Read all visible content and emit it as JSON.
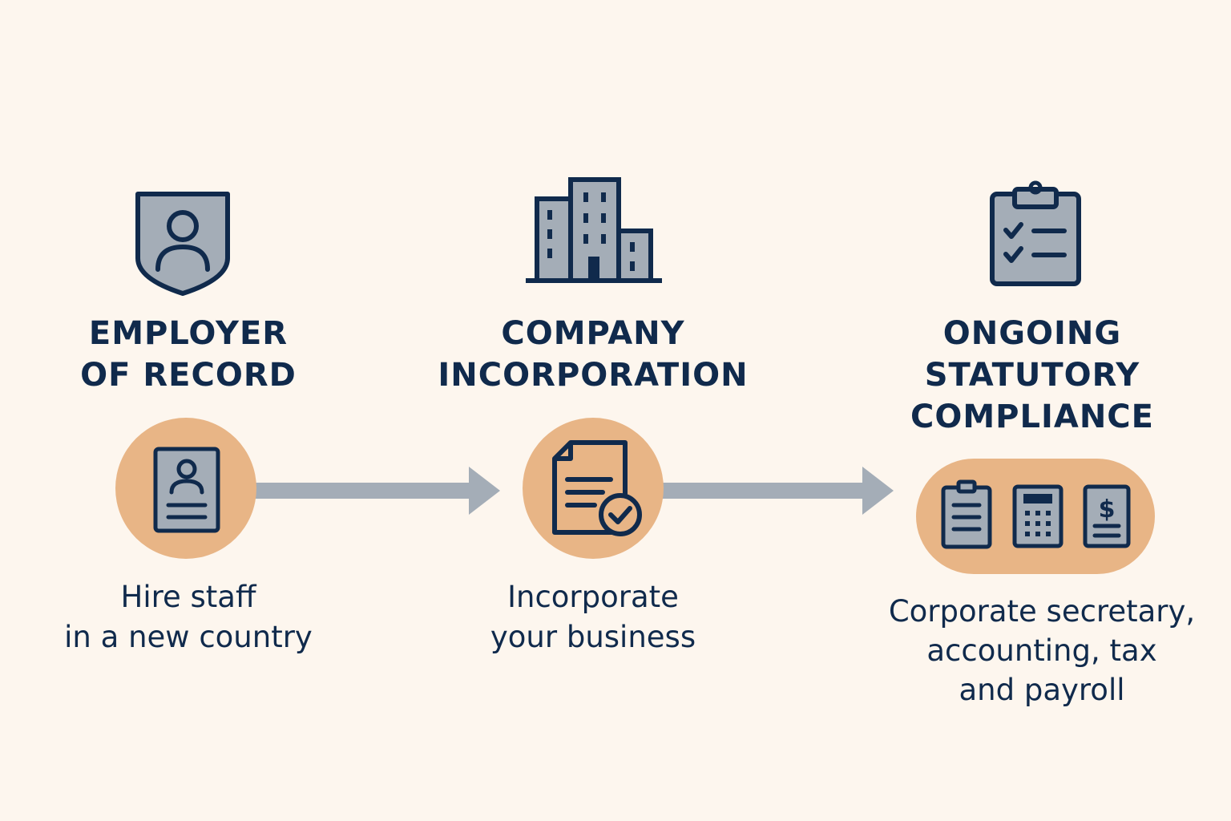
{
  "stages": [
    {
      "title_line1": "EMPLOYER",
      "title_line2": "OF RECORD",
      "desc_line1": "Hire staff",
      "desc_line2": "in a new country",
      "top_icon": "shield-person-icon",
      "badge_icons": [
        "id-card-icon"
      ]
    },
    {
      "title_line1": "COMPANY",
      "title_line2": "INCORPORATION",
      "desc_line1": "Incorporate",
      "desc_line2": "your business",
      "top_icon": "office-buildings-icon",
      "badge_icons": [
        "document-check-icon"
      ]
    },
    {
      "title_line1": "ONGOING",
      "title_line2": "STATUTORY",
      "title_line3": "COMPLIANCE",
      "desc_line1": "Corporate secretary,",
      "desc_line2": "accounting, tax",
      "desc_line3": "and payroll",
      "top_icon": "clipboard-checklist-icon",
      "badge_icons": [
        "clipboard-icon",
        "calculator-icon",
        "dollar-document-icon"
      ]
    }
  ],
  "colors": {
    "background": "#fdf6ee",
    "navy": "#102a4c",
    "icon_fill": "#a4adb7",
    "badge": "#e8b586",
    "arrow": "#a4adb7"
  }
}
